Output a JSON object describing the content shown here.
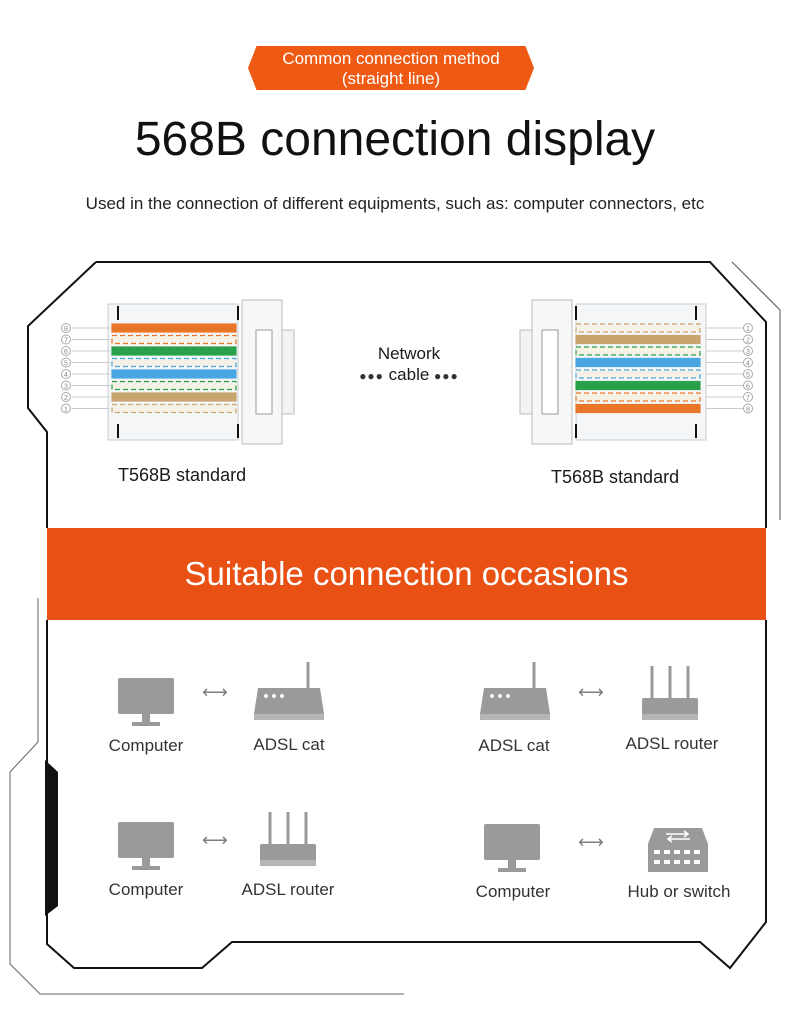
{
  "badge": {
    "line1": "Common connection method",
    "line2": "(straight line)"
  },
  "title": "568B connection display",
  "subtitle": "Used in the connection of different equipments, such as: computer connectors, etc",
  "connectors": {
    "left_label": "T568B standard",
    "right_label": "T568B standard",
    "cable_line1": "Network",
    "cable_line2": "cable",
    "pins_left": [
      "8",
      "7",
      "6",
      "5",
      "4",
      "3",
      "2",
      "1"
    ],
    "pins_right": [
      "1",
      "2",
      "3",
      "4",
      "5",
      "6",
      "7",
      "8"
    ]
  },
  "band_title": "Suitable connection occasions",
  "occasions": [
    {
      "left": "Computer",
      "right": "ADSL cat",
      "left_icon": "monitor-icon",
      "right_icon": "modem-icon"
    },
    {
      "left": "ADSL cat",
      "right": "ADSL router",
      "left_icon": "modem-icon",
      "right_icon": "router-icon"
    },
    {
      "left": "Computer",
      "right": "ADSL router",
      "left_icon": "monitor-icon",
      "right_icon": "router-icon"
    },
    {
      "left": "Computer",
      "right": "Hub or switch",
      "left_icon": "monitor-icon",
      "right_icon": "switch-icon"
    }
  ],
  "colors": {
    "accent": "#e85014",
    "badge": "#ee5a14",
    "icon_gray": "#9a9a9a"
  }
}
